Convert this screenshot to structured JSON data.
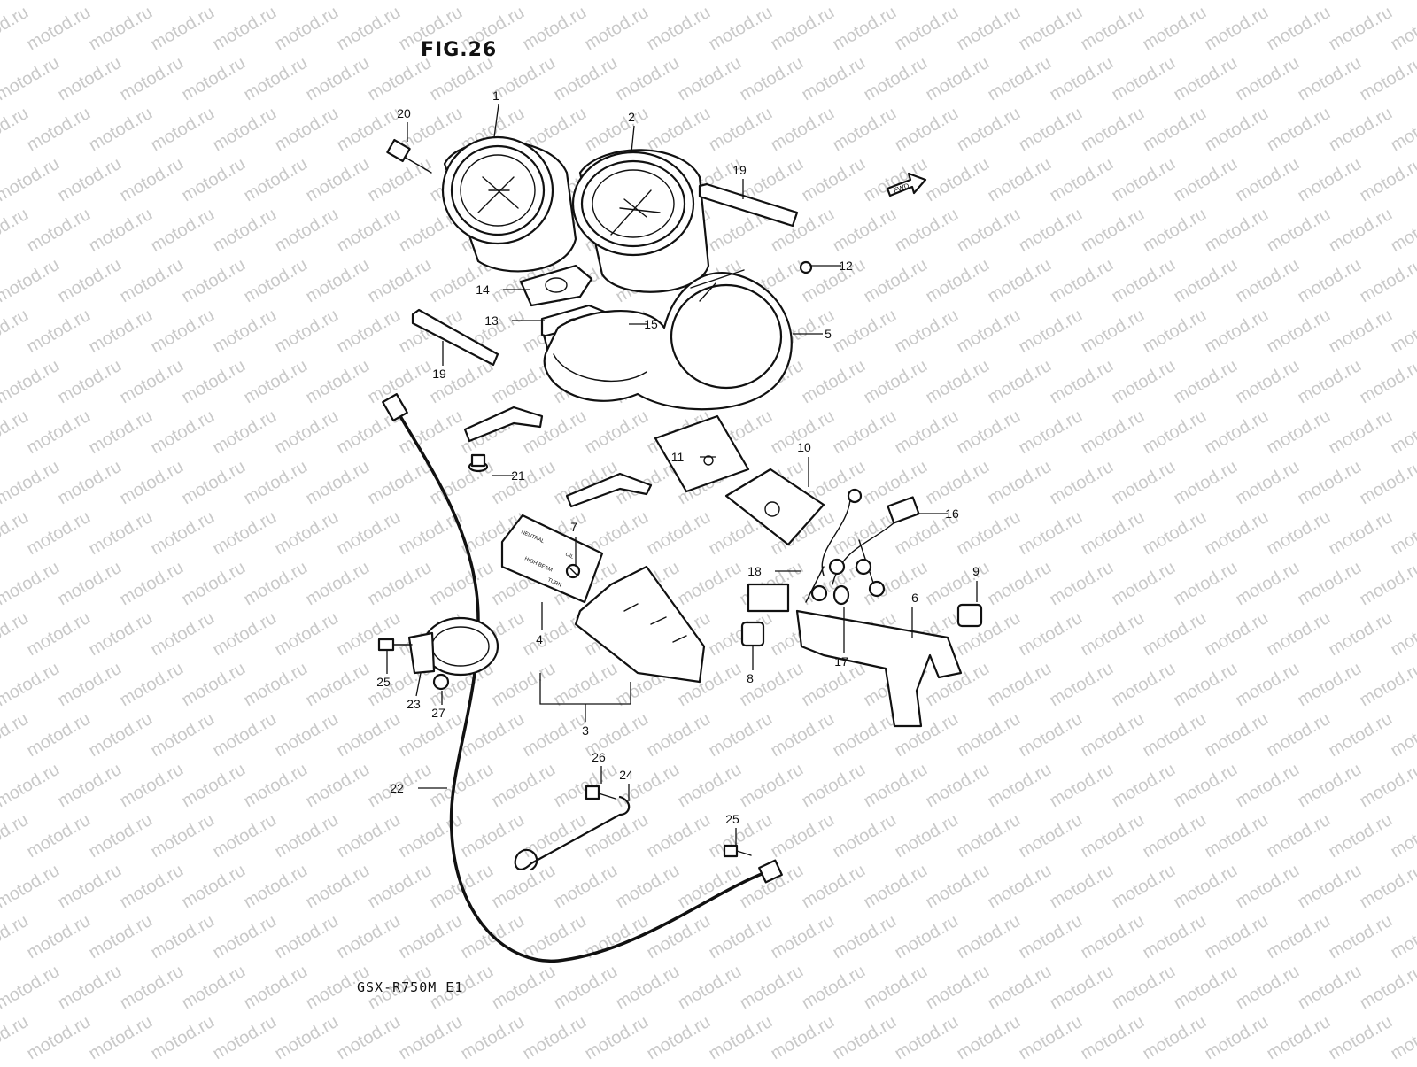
{
  "figure": {
    "title": "FIG.26",
    "model_code": "GSX-R750M E1",
    "fwd_label": "FWD",
    "watermark_text": "motod.ru"
  },
  "indicator_panel_labels": [
    "NEUTRAL",
    "HIGH BEAM",
    "TURN",
    "OIL"
  ],
  "callouts": [
    {
      "id": "1",
      "label": "1"
    },
    {
      "id": "2",
      "label": "2"
    },
    {
      "id": "3",
      "label": "3"
    },
    {
      "id": "4",
      "label": "4"
    },
    {
      "id": "5",
      "label": "5"
    },
    {
      "id": "6",
      "label": "6"
    },
    {
      "id": "7",
      "label": "7"
    },
    {
      "id": "8",
      "label": "8"
    },
    {
      "id": "9",
      "label": "9"
    },
    {
      "id": "10",
      "label": "10"
    },
    {
      "id": "11",
      "label": "11"
    },
    {
      "id": "12",
      "label": "12"
    },
    {
      "id": "13",
      "label": "13"
    },
    {
      "id": "14",
      "label": "14"
    },
    {
      "id": "15",
      "label": "15"
    },
    {
      "id": "16",
      "label": "16"
    },
    {
      "id": "17",
      "label": "17"
    },
    {
      "id": "18",
      "label": "18"
    },
    {
      "id": "19a",
      "label": "19"
    },
    {
      "id": "19b",
      "label": "19"
    },
    {
      "id": "20",
      "label": "20"
    },
    {
      "id": "21",
      "label": "21"
    },
    {
      "id": "22",
      "label": "22"
    },
    {
      "id": "23",
      "label": "23"
    },
    {
      "id": "24",
      "label": "24"
    },
    {
      "id": "25a",
      "label": "25"
    },
    {
      "id": "25b",
      "label": "25"
    },
    {
      "id": "26",
      "label": "26"
    },
    {
      "id": "27",
      "label": "27"
    }
  ]
}
